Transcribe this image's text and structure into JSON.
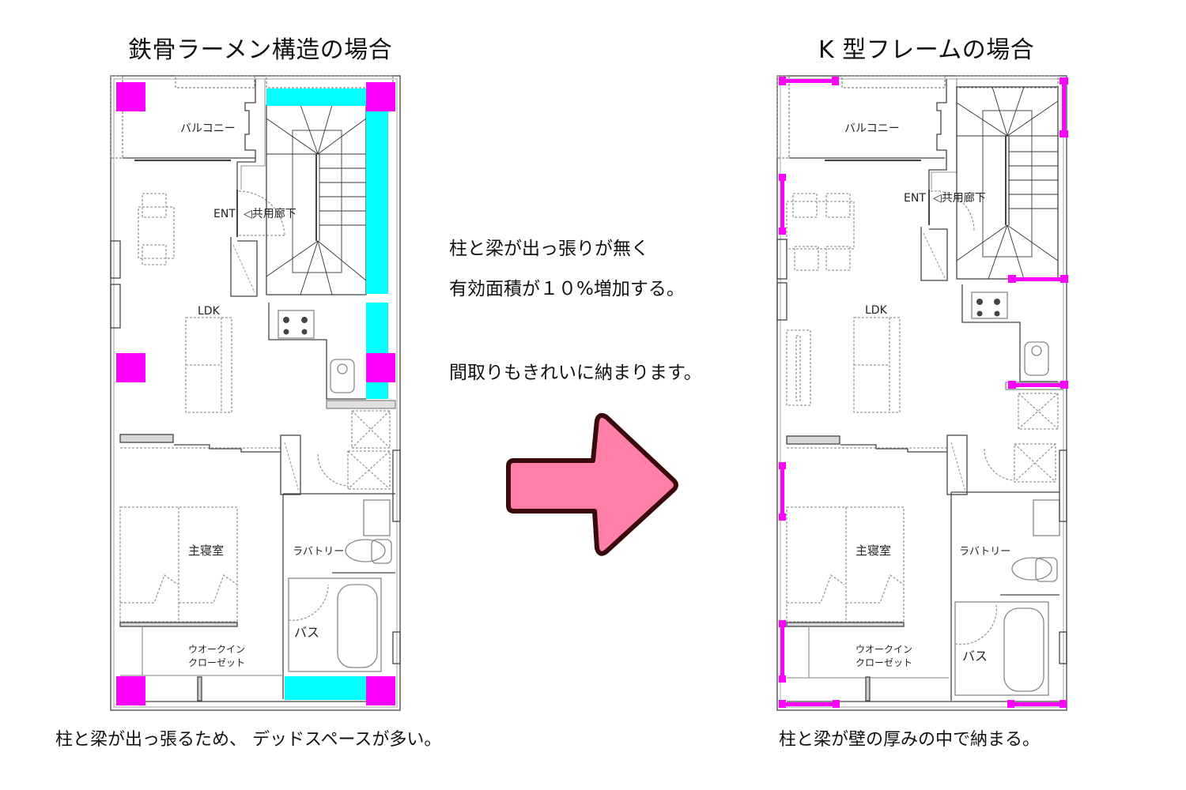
{
  "left_plan": {
    "title": "鉄骨ラーメン構造の場合",
    "caption": "柱と梁が出っ張るため、 デッドスペースが多い。",
    "rooms": {
      "balcony": "バルコニー",
      "entrance": "ENT",
      "corridor": "◁共用廊下",
      "ldk": "LDK",
      "master_bedroom": "主寝室",
      "lavatory": "ラバトリー",
      "bath": "バス",
      "walkin_line1": "ウオークイン",
      "walkin_line2": "クローゼット"
    }
  },
  "right_plan": {
    "title": "K 型フレームの場合",
    "caption": "柱と梁が壁の厚みの中で納まる。",
    "rooms": {
      "balcony": "バルコニー",
      "entrance": "ENT",
      "corridor": "◁共用廊下",
      "ldk": "LDK",
      "master_bedroom": "主寝室",
      "lavatory": "ラバトリー",
      "bath": "バス",
      "walkin_line1": "ウオークイン",
      "walkin_line2": "クローゼット"
    }
  },
  "center": {
    "line1": "柱と梁が出っ張りが無く",
    "line2": "有効面積が１０%増加する。",
    "line3": "間取りもきれいに納まります。"
  },
  "colors": {
    "column": "#ff00ff",
    "beam": "#00ffff",
    "arrow_fill": "#ff7fa8",
    "arrow_stroke": "#3a0a0a",
    "wall": "#444444",
    "wall_fill": "#c8c8c8"
  }
}
